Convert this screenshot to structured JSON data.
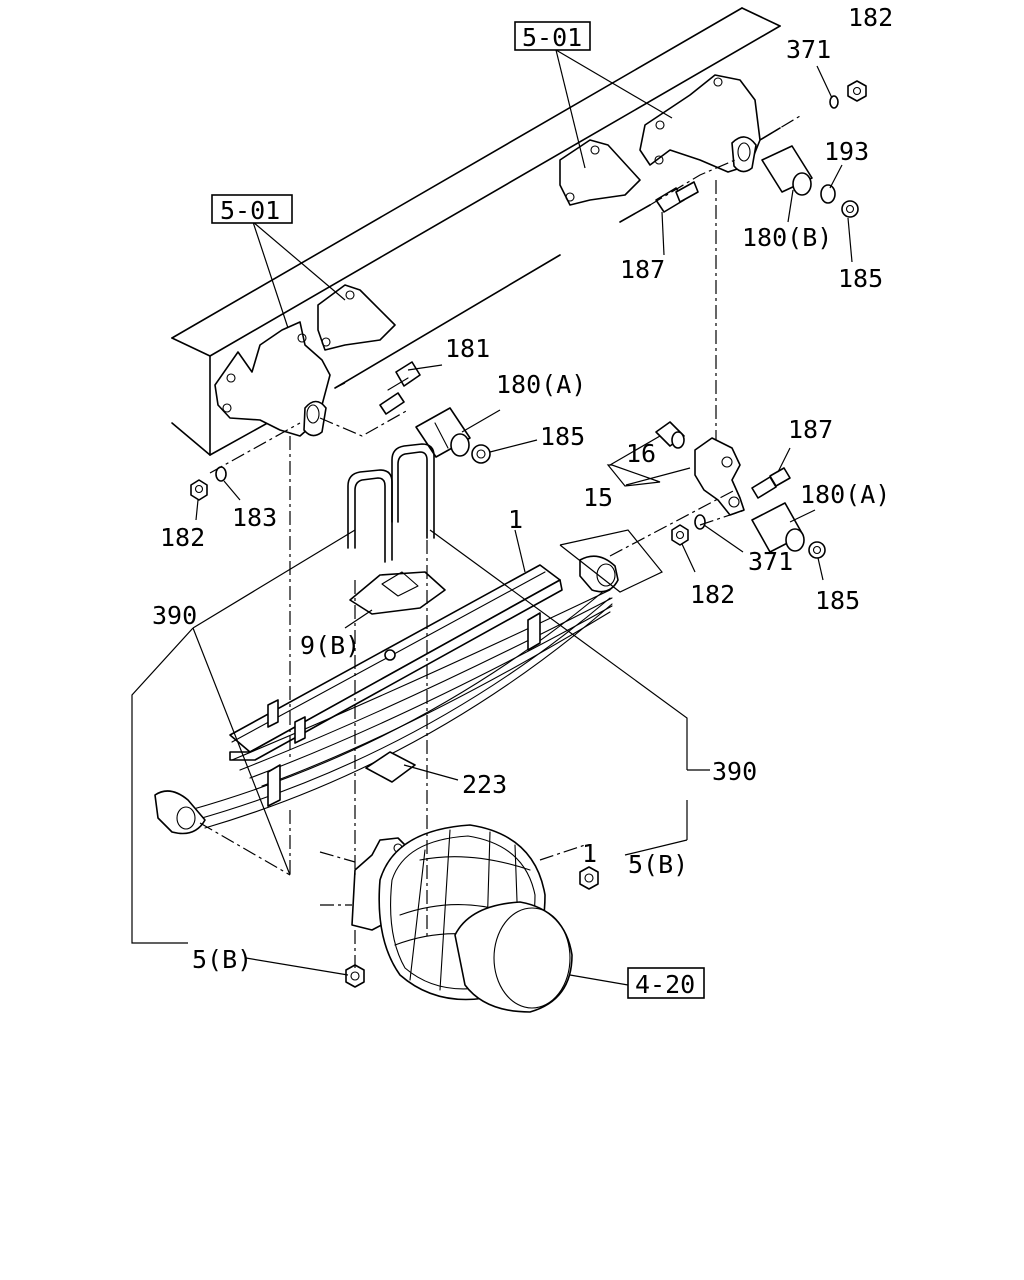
{
  "callouts": {
    "ref_5_01_top": "5-01",
    "ref_5_01_left": "5-01",
    "ref_4_20": "4-20",
    "p182_top": "182",
    "p371_top": "371",
    "p193": "193",
    "p180b": "180(B)",
    "p187_top": "187",
    "p185_top": "185",
    "p181": "181",
    "p180a_left": "180(A)",
    "p185_mid": "185",
    "p182_left": "182",
    "p183": "183",
    "p16": "16",
    "p15": "15",
    "p187_right": "187",
    "p180a_right": "180(A)",
    "p182_right": "182",
    "p371_right": "371",
    "p185_right": "185",
    "p1_spring": "1",
    "p390_left": "390",
    "p9b": "9(B)",
    "p223": "223",
    "p390_right": "390",
    "p1_nut": "1",
    "p5b_right": "5(B)",
    "p5b_left": "5(B)"
  }
}
